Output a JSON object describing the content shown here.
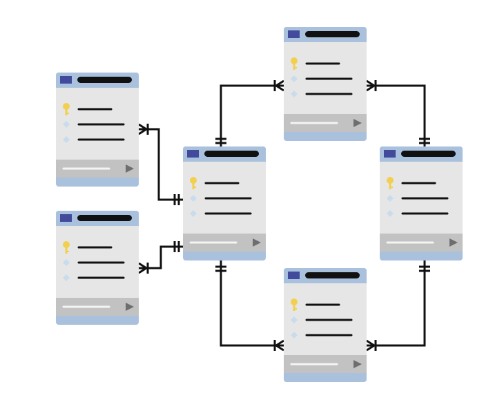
{
  "colors": {
    "background": "#ffffff",
    "card_header": "#a9c1dc",
    "card_header_icon": "#414a9b",
    "card_title_bar": "#111111",
    "card_body": "#e6e6e6",
    "card_footer": "#c2c2c2",
    "footer_line": "#f4f4f4",
    "footer_play": "#6e6e6e",
    "card_base": "#a9c1dc",
    "key_icon": "#f2cf4f",
    "diamond_icon": "#c9dcec",
    "field_line": "#111111",
    "connector": "#111111"
  },
  "icons": {
    "table_icon": "table-icon",
    "key_icon": "key-icon",
    "diamond_icon": "diamond-icon",
    "play_icon": "play-icon"
  },
  "tables": [
    {
      "id": "top",
      "fields": [
        "key",
        "diamond",
        "diamond"
      ]
    },
    {
      "id": "left-top",
      "fields": [
        "key",
        "diamond",
        "diamond"
      ]
    },
    {
      "id": "center",
      "fields": [
        "key",
        "diamond",
        "diamond"
      ]
    },
    {
      "id": "right",
      "fields": [
        "key",
        "diamond",
        "diamond"
      ]
    },
    {
      "id": "left-bottom",
      "fields": [
        "key",
        "diamond",
        "diamond"
      ]
    },
    {
      "id": "bottom",
      "fields": [
        "key",
        "diamond",
        "diamond"
      ]
    }
  ],
  "relationships": [
    {
      "from": "left-top",
      "to": "center",
      "from_end": "one-or-many",
      "to_end": "one-only"
    },
    {
      "from": "left-bottom",
      "to": "center",
      "from_end": "one-or-many",
      "to_end": "one-only"
    },
    {
      "from": "center",
      "to": "top",
      "from_end": "one-only",
      "to_end": "one-or-many"
    },
    {
      "from": "right",
      "to": "top",
      "from_end": "one-only",
      "to_end": "one-or-many"
    },
    {
      "from": "center",
      "to": "bottom",
      "from_end": "one-only",
      "to_end": "one-or-many"
    },
    {
      "from": "right",
      "to": "bottom",
      "from_end": "one-only",
      "to_end": "one-or-many"
    }
  ]
}
